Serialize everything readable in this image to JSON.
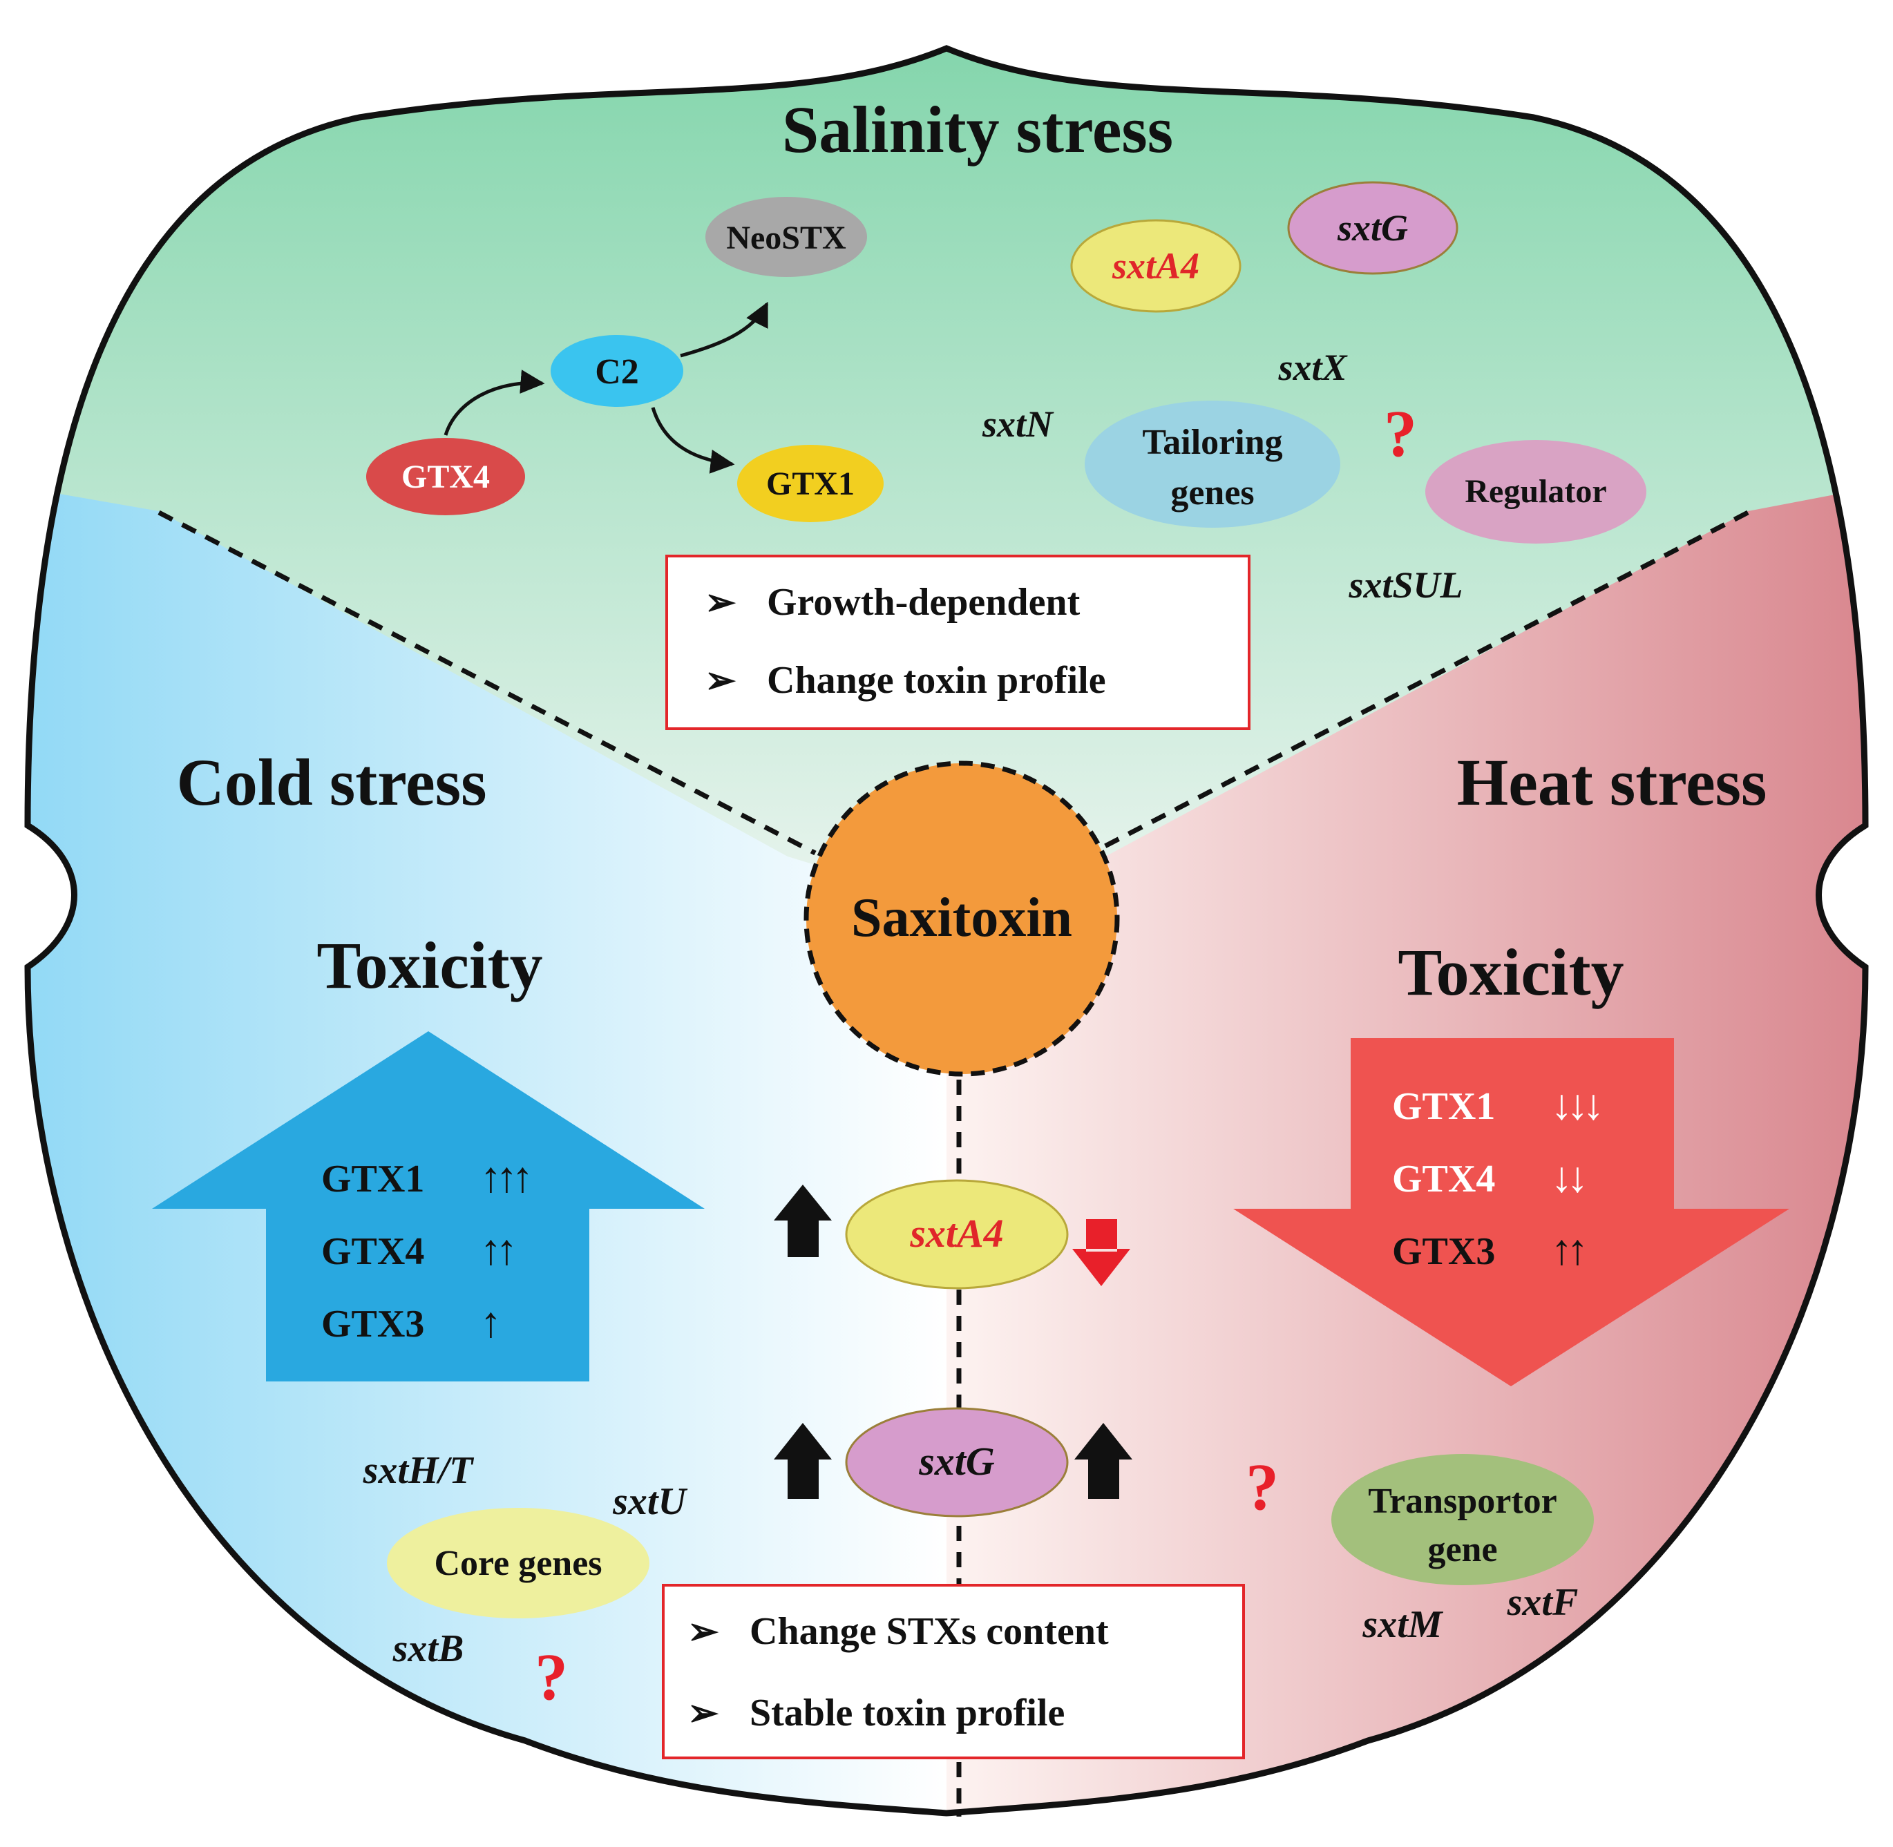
{
  "sections": {
    "salinity": {
      "title": "Salinity stress",
      "pathway": {
        "gtx4": "GTX4",
        "c2": "C2",
        "neostx": "NeoSTX",
        "gtx1": "GTX1"
      },
      "genes": {
        "sxtA4": "sxtA4",
        "sxtG": "sxtG",
        "sxtX": "sxtX",
        "sxtN": "sxtN",
        "tailoring_line1": "Tailoring",
        "tailoring_line2": "genes",
        "regulator": "Regulator",
        "sxtSUL": "sxtSUL",
        "question": "?"
      },
      "notes": [
        "Growth-dependent",
        "Change toxin profile"
      ]
    },
    "cold": {
      "title": "Cold stress",
      "toxicity": "Toxicity",
      "arrow_items": [
        {
          "label": "GTX1",
          "arrows": "↑↑↑"
        },
        {
          "label": "GTX4",
          "arrows": "↑↑"
        },
        {
          "label": "GTX3",
          "arrows": "↑"
        }
      ],
      "genes": {
        "sxtHT": "sxtH/T",
        "sxtU": "sxtU",
        "core": "Core genes",
        "sxtB": "sxtB",
        "question": "?"
      }
    },
    "heat": {
      "title": "Heat stress",
      "toxicity": "Toxicity",
      "arrow_items": [
        {
          "label": "GTX1",
          "arrows": "↓↓↓"
        },
        {
          "label": "GTX4",
          "arrows": "↓↓"
        },
        {
          "label": "GTX3",
          "arrows": "↑↑"
        }
      ],
      "genes": {
        "transport_line1": "Transportor",
        "transport_line2": "gene",
        "sxtM": "sxtM",
        "sxtF": "sxtF",
        "question": "?"
      }
    },
    "center": {
      "label": "Saxitoxin",
      "sxtA4": "sxtA4",
      "sxtG": "sxtG",
      "notes": [
        "Change STXs content",
        "Stable toxin profile"
      ]
    }
  },
  "colors": {
    "salinity_green": "#7fd4a9",
    "cold_blue": "#8fd8f5",
    "heat_red": "#d98a8f",
    "saxitoxin_orange": "#f39a3c",
    "cold_arrow": "#29a8e0",
    "heat_arrow": "#ef5350",
    "red_accent": "#e8202a",
    "box_border": "#e3262a"
  }
}
